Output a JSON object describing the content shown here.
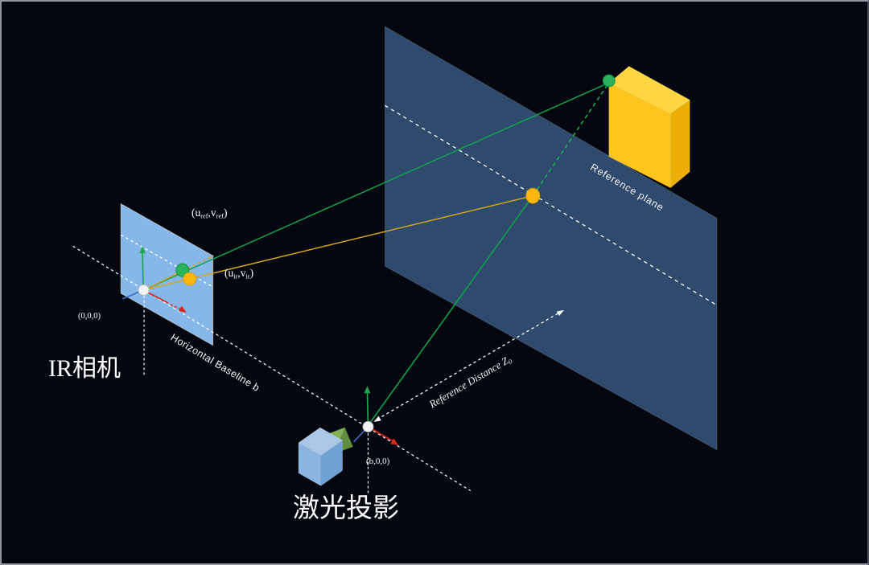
{
  "figure": {
    "type": "isometric-schematic",
    "subject": "Structured-light depth sensing geometry with IR camera, laser projector and reference plane",
    "device_labels": {
      "ir_camera": "IR相机",
      "laser_projector": "激光投影"
    },
    "coordinates": {
      "camera_origin": "(0,0,0)",
      "laser_origin": "(b,0,0)"
    },
    "image_points": {
      "reference_pixel": {
        "open": "(u",
        "sub_u": "ref",
        "comma_v": ",v",
        "sub_v": "ref",
        "close": ")"
      },
      "ir_pixel": {
        "open": "(u",
        "sub_u": "ir",
        "comma_v": ",v",
        "sub_v": "ir",
        "close": ")"
      }
    },
    "annotations": {
      "horizontal_baseline": "Horizontal Baseline b",
      "reference_distance_text": "Reference Distance Z",
      "reference_distance_sub": "0",
      "reference_plane": "Reference plane"
    },
    "colors": {
      "background": "#04070f",
      "reference_plane_fill": "#2e4a6c",
      "image_plane_fill": "#85b7e9",
      "object_box_fill": "#ffc41c",
      "laser_cube_fill": "#8ab4e2",
      "lens_green": "#6f9c48",
      "ray_green": "#12a050",
      "ray_yellow": "#d7a41c",
      "dot_green": "#2bb25c",
      "dot_yellow": "#ffb60a",
      "axis_red": "#d92918",
      "axis_green": "#23a551",
      "axis_blue": "#4170c8",
      "guide_white": "#ffffff"
    }
  }
}
